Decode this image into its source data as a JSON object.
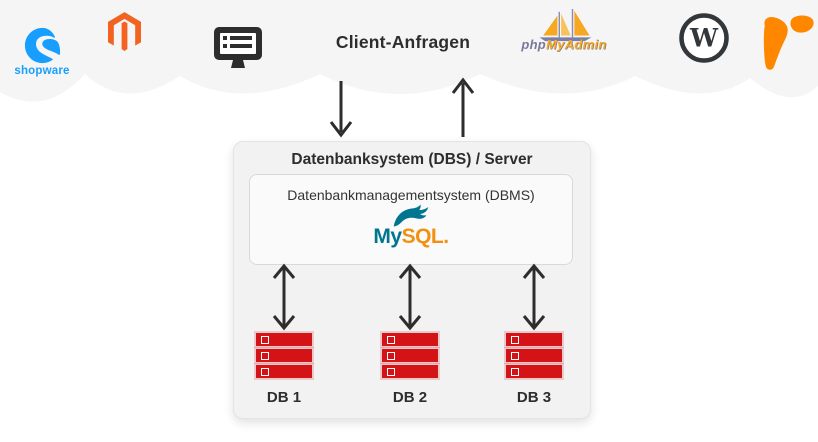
{
  "clients": {
    "request_label": "Client-Anfragen",
    "logos": [
      {
        "name": "shopware",
        "label": "shopware",
        "color": "#189eff"
      },
      {
        "name": "magento",
        "color": "#f26322"
      },
      {
        "name": "client-monitor",
        "color": "#2d2d2d"
      },
      {
        "name": "phpmyadmin",
        "label_php": "php",
        "label_myadmin": "MyAdmin",
        "color": "#f6a821"
      },
      {
        "name": "wordpress",
        "letter": "W",
        "color": "#32373c"
      },
      {
        "name": "typo3",
        "color": "#ff8700"
      }
    ]
  },
  "server": {
    "title": "Datenbanksystem (DBS) / Server",
    "dbms_label": "Datenbankmanagementsystem (DBMS)",
    "mysql": {
      "my": "My",
      "sql": "SQL",
      "dot": ".",
      "my_color": "#00758f",
      "sql_color": "#f29111"
    },
    "databases": [
      {
        "label": "DB 1"
      },
      {
        "label": "DB 2"
      },
      {
        "label": "DB 3"
      }
    ],
    "db_icon_color": "#d41317"
  },
  "colors": {
    "cloud_band": "#f5f5f5",
    "server_box_bg": "#f2f2f2",
    "dbms_box_bg": "#fafafa",
    "arrow": "#2d2d2d",
    "text": "#2d2d2d"
  }
}
